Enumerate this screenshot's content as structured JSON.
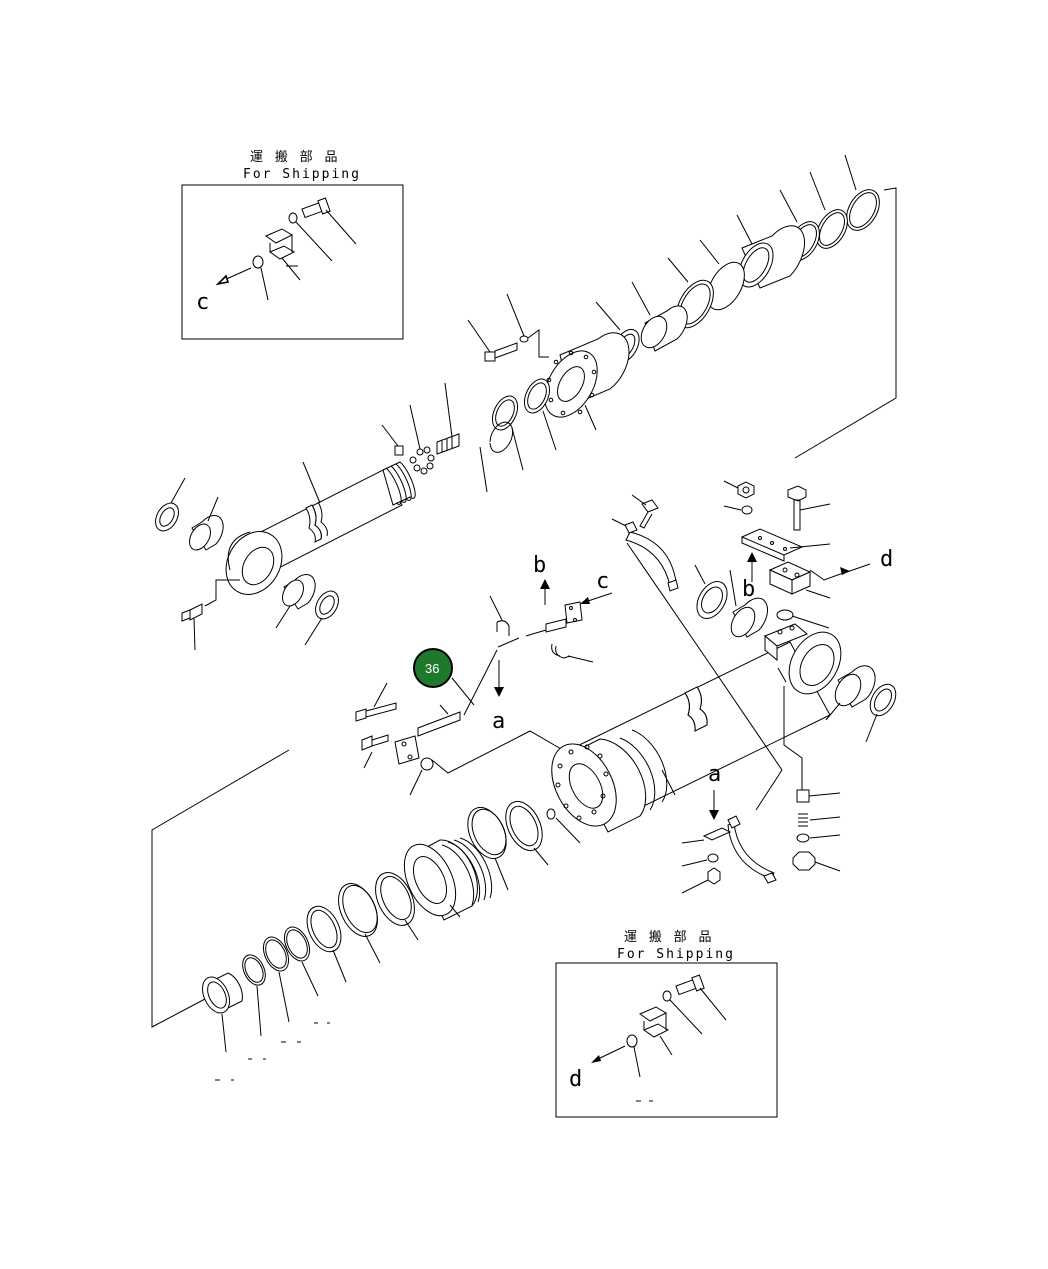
{
  "shipping_box_top": {
    "caption_jp": "運 搬 部 品",
    "caption_en": "For Shipping",
    "arrow_letter": "c"
  },
  "shipping_box_bottom": {
    "caption_jp": "運 搬 部 品",
    "caption_en": "For Shipping",
    "arrow_letter": "d"
  },
  "view_letters": {
    "b_upper": "b",
    "c_upper": "c",
    "d_right": "d",
    "b_right": "b",
    "a_left": "a",
    "a_right": "a"
  },
  "callout": {
    "number": "36",
    "color": "#1e7a2a"
  }
}
